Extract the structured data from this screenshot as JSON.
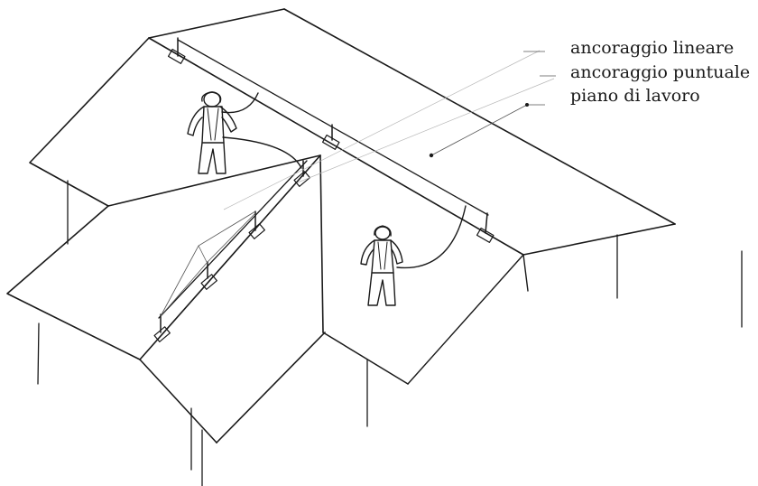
{
  "legend": {
    "linear_anchor": "ancoraggio lineare",
    "point_anchor": "ancoraggio puntuale",
    "work_plane": "piano di lavoro"
  },
  "colors": {
    "ink": "#1a1a1a",
    "background": "#ffffff"
  }
}
